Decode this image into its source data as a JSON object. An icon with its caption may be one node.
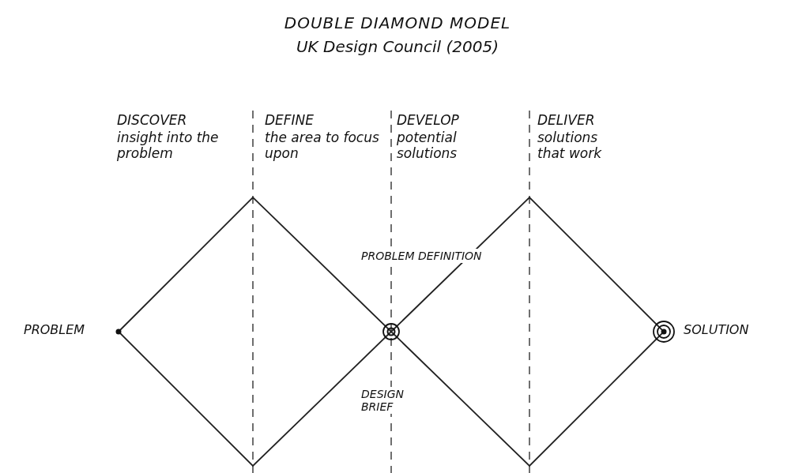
{
  "diagram": {
    "title": "DOUBLE DIAMOND MODEL",
    "nodes": [
      {
        "text": [],
        "shape": "diamond"
      },
      {
        "text": [],
        "shape": "diamond"
      }
    ],
    "labels": [
      "UK Design Council (2005)",
      "DISCOVER",
      "insight into the problem",
      "DEFINE",
      "the area to focus upon",
      "DEVELOP",
      "potential solutions",
      "DELIVER",
      "solutions that work",
      "PROBLEM DEFINITION",
      "PROBLEM",
      "SOLUTION",
      "DESIGN BRIEF"
    ]
  }
}
